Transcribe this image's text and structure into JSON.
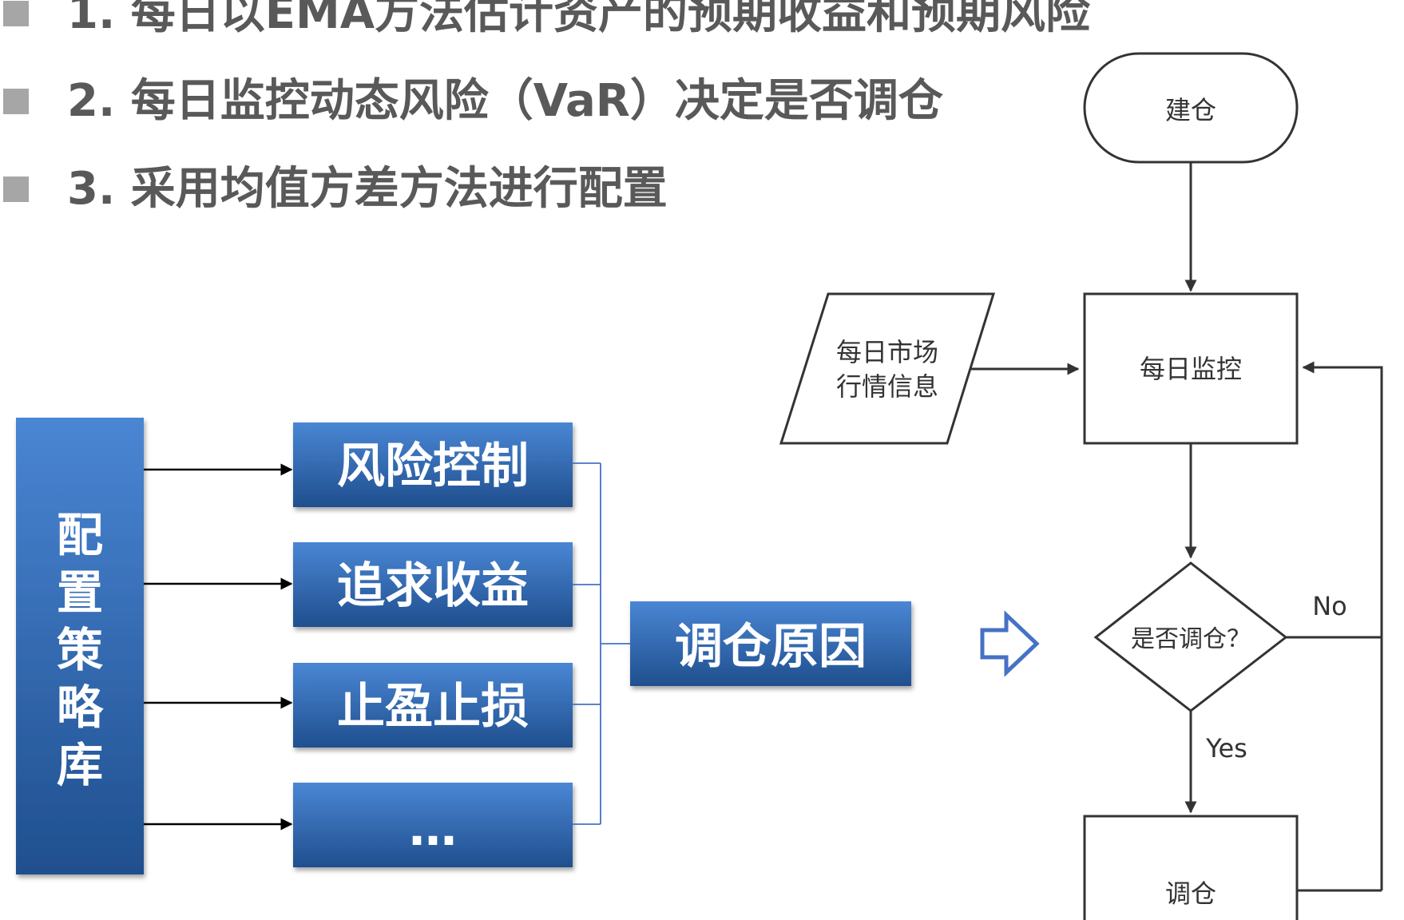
{
  "bullets": [
    "1. 每日以EMA方法估计资产的预期收益和预期风险",
    "2. 每日监控动态风险（VaR）决定是否调仓",
    "3. 采用均值方差方法进行配置"
  ],
  "strategy_library": {
    "label_chars": [
      "配",
      "置",
      "策",
      "略",
      "库"
    ]
  },
  "reasons": [
    "风险控制",
    "追求收益",
    "止盈止损",
    "…"
  ],
  "rebalance_reason": "调仓原因",
  "flowchart": {
    "start": "建仓",
    "market_info_line1": "每日市场",
    "market_info_line2": "行情信息",
    "daily_monitor": "每日监控",
    "decision": "是否调仓？",
    "no_label": "No",
    "yes_label": "Yes",
    "rebalance": "调仓"
  },
  "colors": {
    "box_top": "#4a86d4",
    "box_bottom": "#1f4f8e",
    "connector_line": "#4472c4",
    "bullet_text": "#595959",
    "bullet_square": "#a6a6a6"
  }
}
